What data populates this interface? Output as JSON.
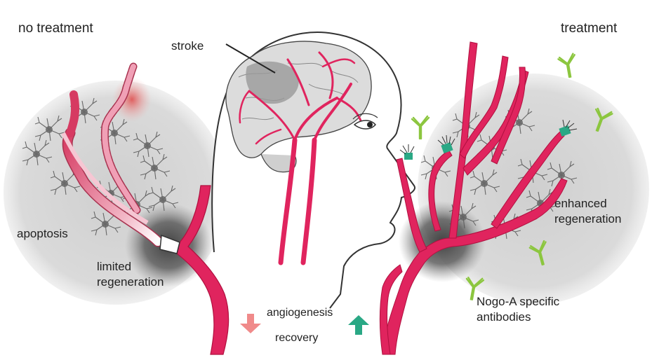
{
  "labels": {
    "no_treatment": "no treatment",
    "treatment": "treatment",
    "stroke": "stroke",
    "apoptosis": "apoptosis",
    "limited_regeneration_1": "limited",
    "limited_regeneration_2": "regeneration",
    "enhanced_regeneration_1": "enhanced",
    "enhanced_regeneration_2": "regeneration",
    "antibodies_1": "Nogo-A specific",
    "antibodies_2": "antibodies",
    "angiogenesis": "angiogenesis",
    "recovery": "recovery"
  },
  "colors": {
    "vessel": "#e0245e",
    "vessel_dark": "#b0103f",
    "antibody": "#8cc63f",
    "arrow_down": "#f08a8a",
    "arrow_up": "#2aa885",
    "cap_teal": "#2aa885",
    "halo": "#d6d6d6",
    "neuron": "#555555"
  },
  "icons": {
    "down_arrow": "arrow-down-icon",
    "up_arrow": "arrow-up-icon",
    "antibody": "antibody-icon",
    "neuron": "neuron-icon",
    "eye": "eye-icon",
    "brain": "brain-icon"
  }
}
